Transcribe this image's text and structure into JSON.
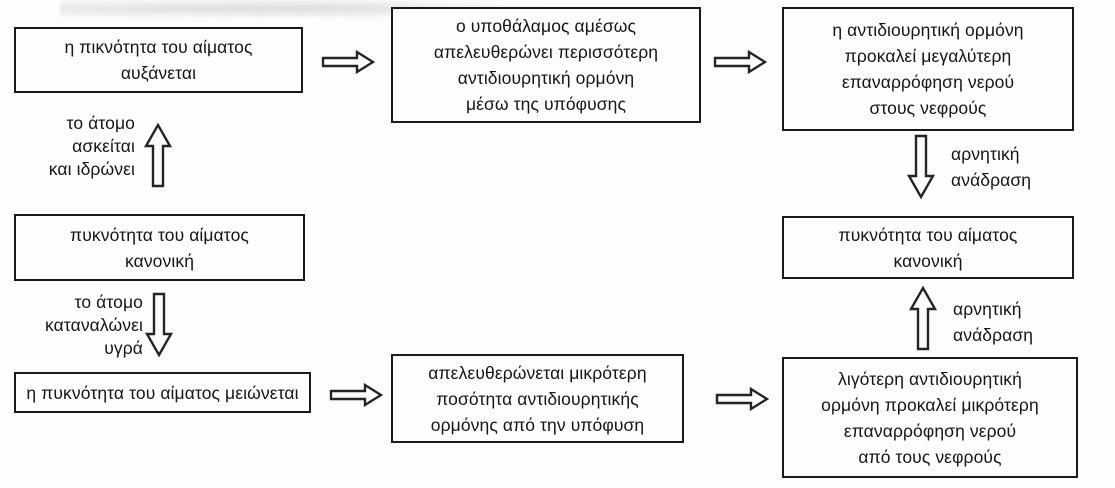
{
  "diagram": {
    "description": "negative-feedback flow diagram (Greek) of blood concentration regulation by antidiuretic hormone",
    "colors": {
      "background": "#fdfdfc",
      "box_border": "#1a1a1a",
      "text": "#161616",
      "arrow_outline": "#242424",
      "arrow_fill": "#fdfdfc"
    },
    "boxes": {
      "blood_density_increases": {
        "lines": [
          "η πικνότητα του αίματος",
          "αυξάνεται"
        ]
      },
      "hypothalamus_releases_more_adh": {
        "lines": [
          "ο υποθάλαμος αμέσως",
          "απελευθερώνει περισσότερη",
          "αντιδιουρητική ορμόνη",
          "μέσω της υπόφυσης"
        ]
      },
      "adh_causes_greater_reabsorption": {
        "lines": [
          "η αντιδιουρητική ορμόνη",
          "προκαλεί μεγαλύτερη",
          "επαναρρόφηση νερού",
          "στους νεφρούς"
        ]
      },
      "blood_density_normal_left": {
        "lines": [
          "πυκνότητα του αίματος",
          "κανονική"
        ]
      },
      "blood_density_normal_right": {
        "lines": [
          "πυκνότητα του αίματος",
          "κανονική"
        ]
      },
      "blood_density_decreases": {
        "lines": [
          "η πυκνότητα του αίματος μειώνεται"
        ]
      },
      "less_adh_released": {
        "lines": [
          "απελευθερώνεται μικρότερη",
          "ποσότητα αντιδιουρητικής",
          "ορμόνης από την υπόφυση"
        ]
      },
      "less_adh_less_reabsorption": {
        "lines": [
          "λιγότερη αντιδιουρητική",
          "ορμόνη προκαλεί μικρότερη",
          "επαναρρόφηση νερού",
          "από τους νεφρούς"
        ]
      }
    },
    "arrow_labels": {
      "person_exercises": {
        "lines": [
          "το άτομο",
          "ασκείται",
          "και ιδρώνει"
        ]
      },
      "person_drinks": {
        "lines": [
          "το άτομο",
          "καταναλώνει",
          "υγρά"
        ]
      },
      "negative_feedback_top": {
        "lines": [
          "αρνητική",
          "ανάδραση"
        ]
      },
      "negative_feedback_bottom": {
        "lines": [
          "αρνητική",
          "ανάδραση"
        ]
      }
    },
    "icons": [
      "arrow-right-icon (increase path: box to hypothalamus)",
      "arrow-right-icon (hypothalamus to kidneys)",
      "arrow-up-icon (normal to increased density)",
      "arrow-down-icon (normal to decreased density)",
      "arrow-down-icon (negative feedback to normal, top right)",
      "arrow-up-icon (negative feedback to normal, bottom right)",
      "arrow-right-icon (decrease path: box to pituitary)",
      "arrow-right-icon (pituitary to kidneys)"
    ]
  }
}
